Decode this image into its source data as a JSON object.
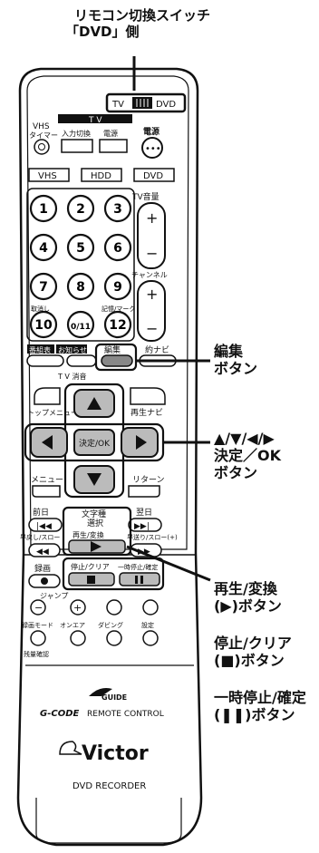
{
  "callouts": {
    "switch_line1": "リモコン切換スイッチ",
    "switch_line2": "「DVD」側",
    "edit_line1": "編集",
    "edit_line2": "ボタン",
    "dir_line1": "▲/▼/◀/▶",
    "dir_line2": "決定／OK",
    "dir_line3": "ボタン",
    "play_line1": "再生/変換",
    "play_line2": "(▶)ボタン",
    "stop_line1": "停止/クリア",
    "stop_line2": "(■)ボタン",
    "pause_line1": "一時停止/確定",
    "pause_line2": "(❚❚)ボタン"
  },
  "remote": {
    "switch_tv": "TV",
    "switch_dvd": "DVD",
    "tv_group": "T V",
    "vhs_timer_1": "VHS",
    "vhs_timer_2": "タイマー",
    "input_switch": "入力切換",
    "power_small": "電源",
    "power_main": "電源",
    "mode_vhs": "VHS",
    "mode_hdd": "HDD",
    "mode_dvd": "DVD",
    "tv_volume": "TV音量",
    "channel": "チャンネル",
    "plus": "+",
    "minus": "−",
    "keys": [
      "1",
      "2",
      "3",
      "4",
      "5",
      "6",
      "7",
      "8",
      "9",
      "10",
      "0/11",
      "12"
    ],
    "cancel_label": "取消し",
    "mark_label": "記憶/マーク",
    "program_guide": "番組表",
    "notice": "お知らせ",
    "edit": "編集",
    "ranking_navi": "約ナビ",
    "tv_mute": "T V 消音",
    "top_menu": "トップメニュー",
    "play_navi": "再生ナビ",
    "ok": "決定/OK",
    "menu": "メニュー",
    "return": "リターン",
    "prev_day": "前日",
    "next_day": "翌日",
    "subtitle_1": "文字種",
    "subtitle_2": "選択",
    "rewind_slow": "早戻し/スロー",
    "play_convert": "再生/変換",
    "ff_slow": "早送り/スロー(+)",
    "record": "録画",
    "stop_clear": "停止/クリア",
    "pause_confirm": "一時停止/確定",
    "jump": "ジャンプ",
    "rec_mode": "録画モード",
    "on_air": "オンエア",
    "dubbing": "ダビング",
    "settings": "設定",
    "remaining": "残量確認",
    "gguide": "GUIDE",
    "gcode": "G-CODE",
    "remote_control": "REMOTE CONTROL",
    "brand": "Victor",
    "model": "DVD RECORDER"
  }
}
